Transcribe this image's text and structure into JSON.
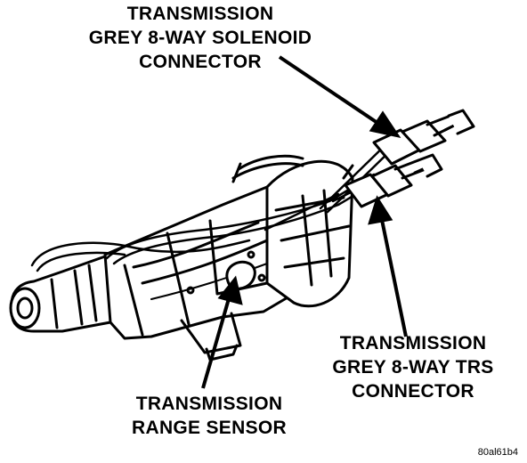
{
  "labels": {
    "solenoid_connector": [
      "TRANSMISSION",
      "GREY 8-WAY SOLENOID",
      "CONNECTOR"
    ],
    "trs_connector": [
      "TRANSMISSION",
      "GREY 8-WAY TRS",
      "CONNECTOR"
    ],
    "range_sensor": [
      "TRANSMISSION",
      "RANGE SENSOR"
    ]
  },
  "figure_code": "80al61b4"
}
